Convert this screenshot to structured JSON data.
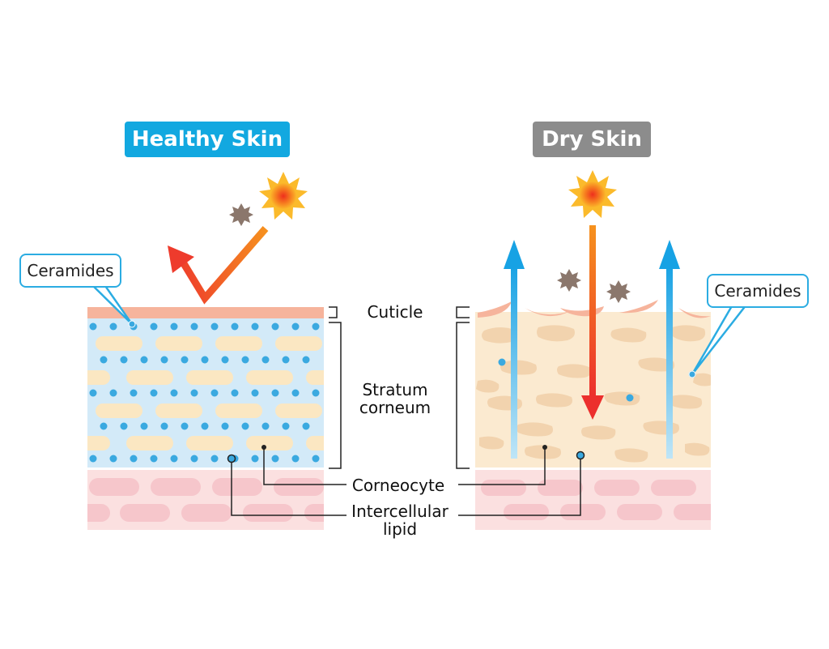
{
  "titles": {
    "healthy": "Healthy Skin",
    "dry": "Dry Skin"
  },
  "callouts": {
    "left": "Ceramides",
    "right": "Ceramides"
  },
  "labels": {
    "cuticle": "Cuticle",
    "stratum_line1": "Stratum",
    "stratum_line2": "corneum",
    "corneocyte": "Corneocyte",
    "lipid_line1": "Intercellular",
    "lipid_line2": "lipid"
  },
  "colors": {
    "healthy_badge": "#12a8e0",
    "dry_badge": "#8c8c8c",
    "cuticle": "#f6b6a0",
    "healthy_stratum": "#cfe8f7",
    "dry_stratum": "#fbe9cc",
    "dermis": "#fbdcdc",
    "lipid_dot": "#3aa9e0",
    "water_arrow": "#1fa6e5",
    "uv_arrow": "#f0562c"
  },
  "icons": [
    "sun-icon",
    "pollutant-icon",
    "water-loss-arrow-icon",
    "uv-ray-arrow-icon"
  ]
}
